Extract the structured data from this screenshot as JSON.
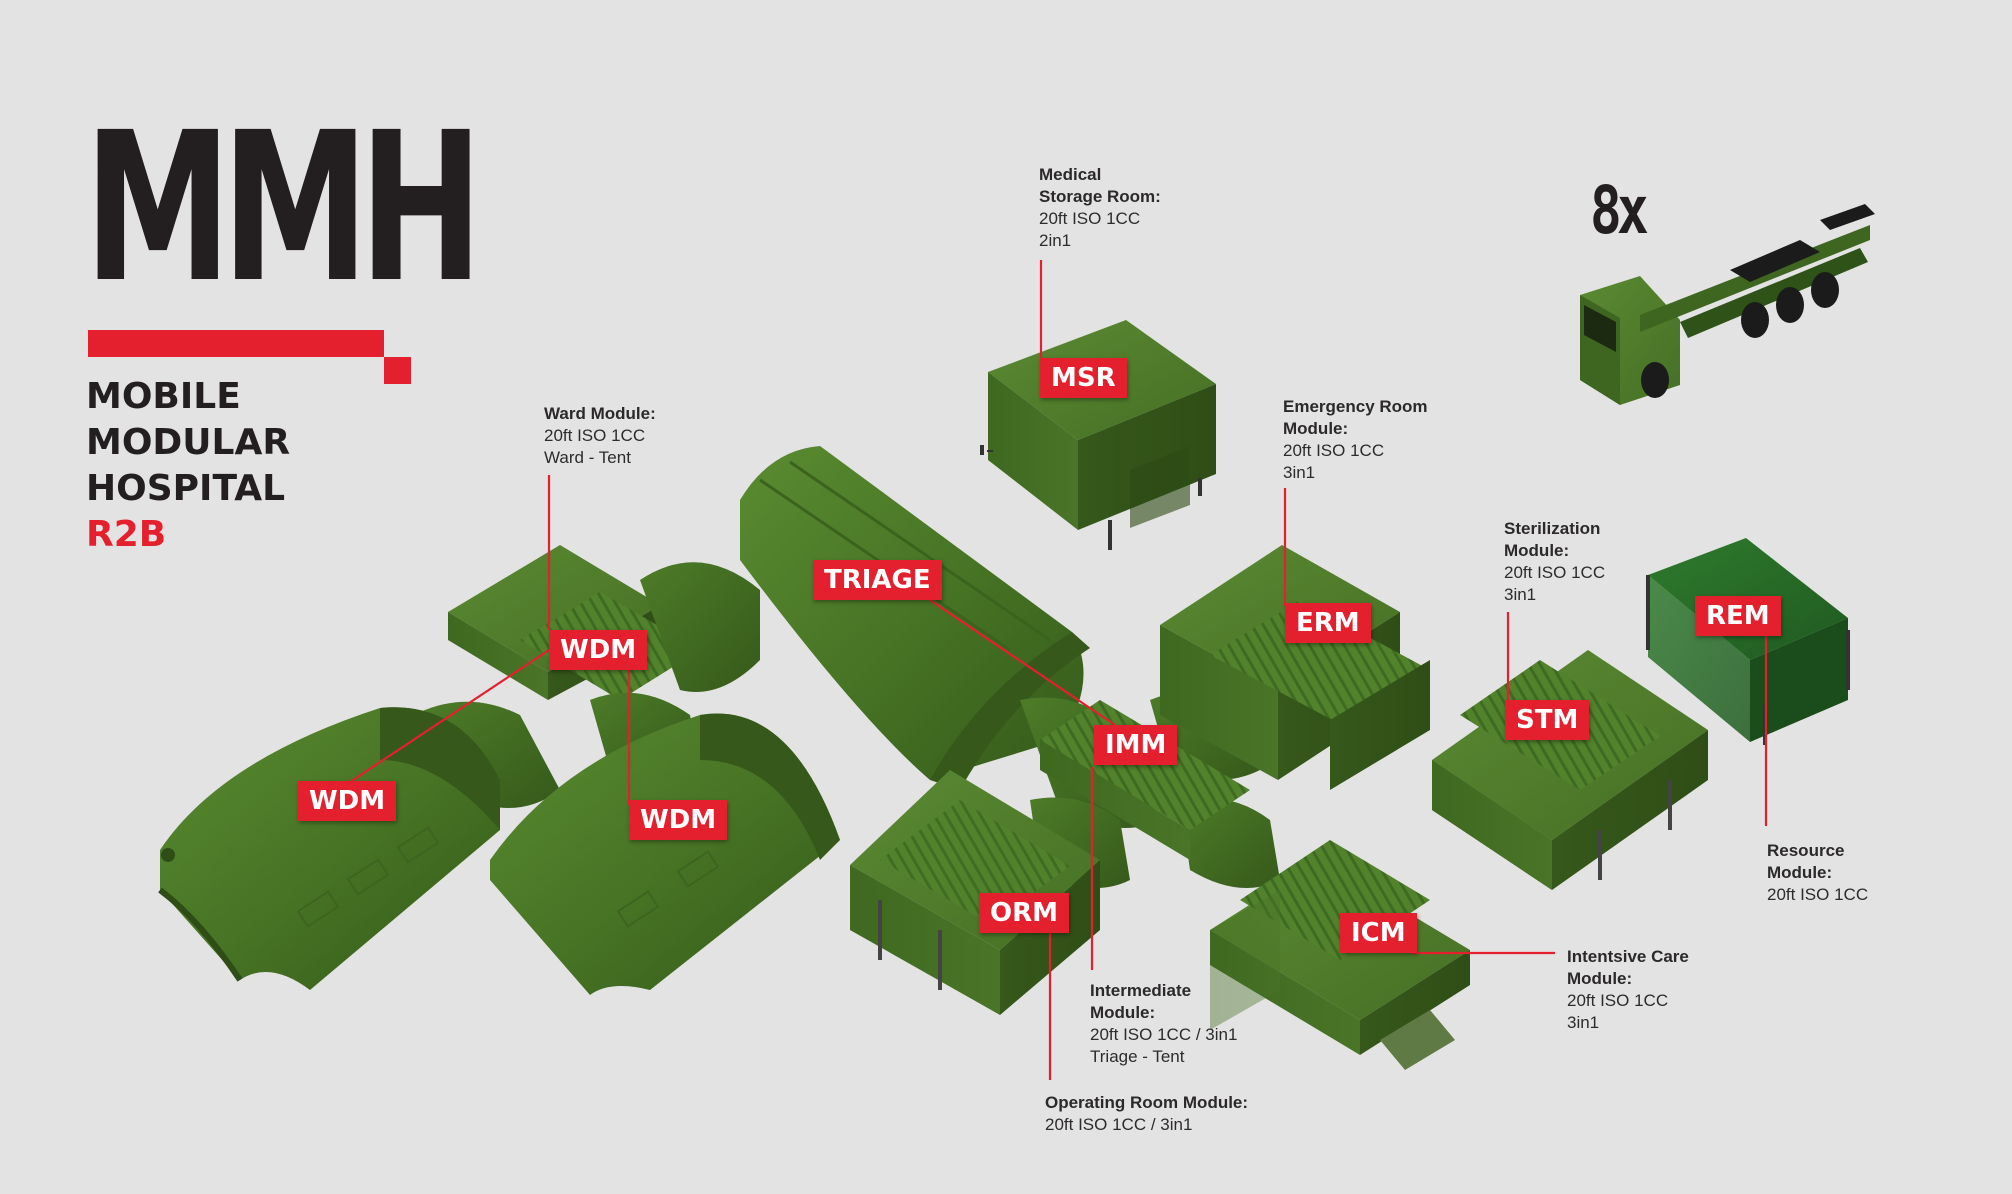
{
  "brand": {
    "title": "MMH",
    "subtitle_lines": [
      "MOBILE",
      "MODULAR",
      "HOSPITAL"
    ],
    "subtitle_accent": "R2B",
    "accent_color": "#e5202e"
  },
  "truck": {
    "quantity": "8x"
  },
  "module_tags": {
    "msr": "MSR",
    "triage": "TRIAGE",
    "wdm_top": "WDM",
    "wdm_left": "WDM",
    "wdm_mid": "WDM",
    "erm": "ERM",
    "imm": "IMM",
    "stm": "STM",
    "rem": "REM",
    "orm": "ORM",
    "icm": "ICM"
  },
  "callouts": {
    "msr": {
      "title": [
        "Medical",
        "Storage Room:"
      ],
      "lines": [
        "20ft ISO 1CC",
        "2in1"
      ]
    },
    "ward": {
      "title": [
        "Ward Module:"
      ],
      "lines": [
        "20ft ISO 1CC",
        "Ward - Tent"
      ]
    },
    "erm": {
      "title": [
        "Emergency Room",
        "Module:"
      ],
      "lines": [
        "20ft ISO 1CC",
        "3in1"
      ]
    },
    "stm": {
      "title": [
        "Sterilization",
        "Module:"
      ],
      "lines": [
        "20ft ISO 1CC",
        "3in1"
      ]
    },
    "rem": {
      "title": [
        "Resource",
        "Module:"
      ],
      "lines": [
        "20ft ISO 1CC"
      ]
    },
    "icm": {
      "title": [
        "Intentsive Care",
        "Module:"
      ],
      "lines": [
        "20ft ISO 1CC",
        "3in1"
      ]
    },
    "imm": {
      "title": [
        "Intermediate",
        "Module:"
      ],
      "lines": [
        "20ft ISO 1CC / 3in1",
        "Triage - Tent"
      ]
    },
    "orm": {
      "title": [
        "Operating Room Module:"
      ],
      "lines": [
        "20ft ISO 1CC / 3in1"
      ]
    }
  },
  "colors": {
    "background": "#e4e3e3",
    "module_green": "#4e7a2a",
    "module_dark": "#3a5e1e",
    "leader_line": "#e5202e",
    "text": "#231f20"
  }
}
